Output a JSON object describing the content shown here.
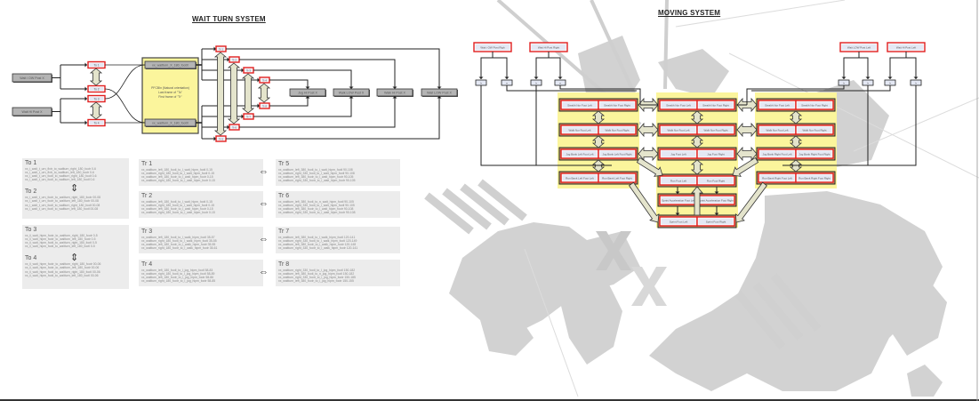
{
  "wait_turn": {
    "title": "WAIT TURN SYSTEM",
    "sources": [
      "Wait i OW Post X",
      "Wait Hi Post X"
    ],
    "turn_nodes": [
      "To 1",
      "To 2",
      "To 3",
      "To 4"
    ],
    "central_box": {
      "top_label": "xx_waitturn_X_180_footX",
      "bottom_label": "xx_waitturn_X_180_footX",
      "note_lines": [
        "PFCBIn (Natural orientation)",
        "Last frame of \"To\"",
        "First frame of \"Tr\""
      ]
    },
    "transitions": [
      "Tr 1",
      "Tr 2",
      "Tr 3",
      "Tr 4",
      "Tr 8",
      "Tr 7",
      "Tr 6",
      "Tr 5"
    ],
    "targets": [
      "Jog Hi Post X",
      "Walk LOW Post X",
      "Walk Hi Post X",
      "Wait LOW Post X"
    ]
  },
  "to_panels": [
    {
      "heading": "To 1",
      "lines": [
        "xx_i_wait_t_urn_fixtr_to_waitturn_right_180_footr 0-6",
        "xx_i_wait_t_urn_fixtr_to_waitturn_left_180_footr 0-6",
        "xx_i_wait_t_urn_footl_to_waitturn_right_180_footl 0-6",
        "xx_i_wait_t_urn_footl_to_waitturn_left_180_footl 0-6"
      ]
    },
    {
      "heading": "To 2",
      "lines": [
        "xx_i_wait_t_urn_footr_to_waitturn_right_180_footr 00-08",
        "xx_i_wait_t_urn_footr_to_waitturn_left_180_footr 00-08",
        "xx_i_wait_t_urn_footl_to_waitturn_right_180_footl 00-08",
        "xx_i_wait_t_urn_footl_to_waitturn_left_180_footl 00-08"
      ]
    },
    {
      "heading": "To 3",
      "lines": [
        "xx_ii_wait_hipm_footr_to_waitturn_right_180_footr 0-5",
        "xx_ii_wait_hipm_footr_to_waitturn_left_180_footr 0-5",
        "xx_ii_wait_hipm_footl_to_waitturn_right_180_footl 0-5",
        "xx_ii_wait_hipm_footl_to_waitturn_left_180_footl 0-5"
      ]
    },
    {
      "heading": "To 4",
      "lines": [
        "xx_ii_wait_hipm_footr_to_waitturn_right_180_footr 00-06",
        "xx_ii_wait_hipm_footr_to_waitturn_left_180_footr 00-06",
        "xx_ii_wait_hipm_footl_to_waitturn_right_180_footl 00-06",
        "xx_ii_wait_hipm_footl_to_waitturn_left_180_footl 00-06"
      ]
    }
  ],
  "tr_panels": [
    {
      "heading": "Tr 1",
      "lines": [
        "xx_waitturn_left_180_footl_to_l_wait_hipm_footl 0-15",
        "xx_waitturn_right_180_footl_to_l_wait_hipm_footl 0-15",
        "xx_waitturn_left_180_footr_to_l_wait_hipm_footr 0-15",
        "xx_waitturn_right_180_footr_to_l_wait_hipm_footr 0-15"
      ]
    },
    {
      "heading": "Tr 2",
      "lines": [
        "xx_waitturn_left_180_footl_to_l_wait_hipm_footl 0-15",
        "xx_waitturn_right_180_footl_to_l_wait_hipm_footl 0-15",
        "xx_waitturn_left_180_footr_to_l_wait_hipm_footr 0-15",
        "xx_waitturn_right_180_footr_to_l_wait_hipm_footr 0-15"
      ]
    },
    {
      "heading": "Tr 3",
      "lines": [
        "xx_waitturn_left_180_footl_to_l_walk_hipm_footl 35-57",
        "xx_waitturn_right_180_footl_to_l_walk_hipm_footl 35-55",
        "xx_waitturn_left_180_footr_to_l_walk_hipm_footr 35-55",
        "xx_waitturn_right_180_footr_to_l_walk_hipm_footr 35-61"
      ]
    },
    {
      "heading": "Tr 4",
      "lines": [
        "xx_waitturn_left_180_footl_to_l_jog_hipm_footl 58-83",
        "xx_waitturn_right_180_footl_to_l_jog_hipm_footl 58-89",
        "xx_waitturn_left_180_footr_to_l_jog_hipm_footr 58-86",
        "xx_waitturn_right_180_footr_to_l_jog_hipm_footr 58-85"
      ]
    },
    {
      "heading": "Tr 5",
      "lines": [
        "xx_waitturn_left_380_footl_to_l_wait_hipm_footl 90-108",
        "xx_waitturn_right_330_footl_to_l_wait_hipm_footl 90-108",
        "xx_waitturn_left_380_footr_to_l_wait_hipm_footr 90-105",
        "xx_waitturn_right_330_footr_to_l_wait_hipm_footr 90-105"
      ]
    },
    {
      "heading": "Tr 6",
      "lines": [
        "xx_waitturn_left_380_footl_to_n_wait_hipm_footl 90-105",
        "xx_waitturn_right_330_footl_to_l_wait_hipm_footl 90-105",
        "xx_waitturn_left_380_footr_to_l_wait_hipm_footr 90-108",
        "xx_waitturn_right_330_footr_to_l_wait_hipm_footr 90-108"
      ]
    },
    {
      "heading": "Tr 7",
      "lines": [
        "xx_waitturn_left_380_footl_to_l_walk_hipm_footl 120-141",
        "xx_waitturn_right_330_footl_to_l_walk_hipm_footl 120-149",
        "xx_waitturn_left_380_footr_to_l_walk_hipm_footr 120-148",
        "xx_waitturn_right_330_footr_to_l_walk_hipm_footr 120-141"
      ]
    },
    {
      "heading": "Tr 8",
      "lines": [
        "xx_waitturn_right_330_footl_to_l_jog_hipm_footl 150-182",
        "xx_waitturn_left_380_footl_to_n_jog_hipm_footl 150-182",
        "xx_waitturn_right_330_footr_to_l_jog_hipm_footr 150-185",
        "xx_waitturn_left_380_footr_to_l_jog_hipm_footr 150-155"
      ]
    }
  ],
  "moving": {
    "title": "MOVING SYSTEM",
    "top_sources_left": [
      "Wait i OW Post Righ",
      "Wait Hi Post Right"
    ],
    "top_sources_right": [
      "Wait LOW Post Left",
      "Wait Hi Post Left"
    ],
    "small_nodes": [
      "lr",
      "rr",
      "lr",
      "rr",
      "lr",
      "lr",
      "lr",
      "lr"
    ],
    "left_column": [
      [
        "Stealth Nor Foot Left",
        "Stealth Nor Foot Right"
      ],
      [
        "Walk Nor Foot Left",
        "Walk Nor Foot Right"
      ],
      [
        "Jog Bank Left Foot Left",
        "Jog Bank Left Foot Right"
      ],
      [
        "Run Bank Left Foot Left",
        "Run Bank Left Foot Right"
      ]
    ],
    "center_column": [
      [
        "Stealth Nor Foot Left",
        "Stealth Nor Foot Right"
      ],
      [
        "Walk Nor Foot Left",
        "Walk Nor Foot Right"
      ],
      [
        "Jog Foot Left",
        "Jog Foot Right"
      ],
      [
        "Run Foot Left",
        "Run Foot Right"
      ],
      [
        "Sprint Acceleration Foot Left",
        "Sprint Acceleration Foot Right"
      ],
      [
        "Sprint Foot Left",
        "Sprint Foot Right"
      ]
    ],
    "right_column": [
      [
        "Stealth Nor Foot Left",
        "Stealth Nor Foot Right"
      ],
      [
        "Walk Nor Foot Left",
        "Walk Nor Foot Right"
      ],
      [
        "Jog Bank Right Foot Left",
        "Jog Bank Right Foot Right"
      ],
      [
        "Run Bank Right Foot Left",
        "Run Bank Right Foot Right"
      ]
    ]
  },
  "colors": {
    "yellow": "#fbf59c",
    "node_border": "#e02020",
    "node_fill": "#e4e8f4",
    "grey_box": "#b4b4b4",
    "bg_map": "#cfcfcf"
  }
}
